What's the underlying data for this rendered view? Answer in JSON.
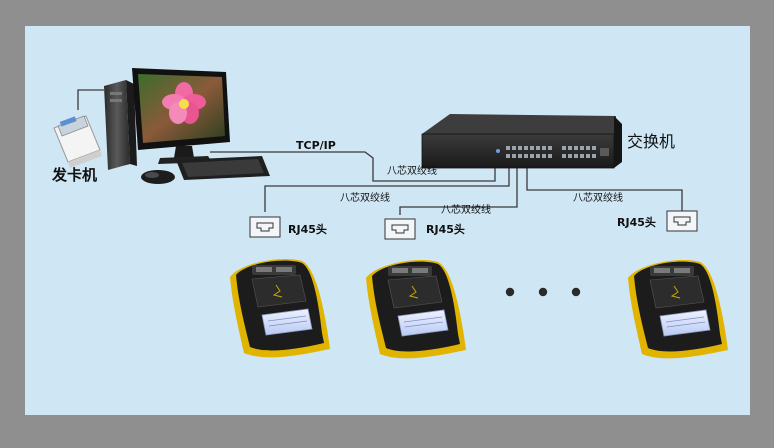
{
  "diagram": {
    "colors": {
      "frame": "#8f8f8f",
      "panel": "#cfe6f4",
      "line": "#3a3a3a",
      "terminal_body": "#1c1c1c",
      "terminal_trim": "#e0b400",
      "terminal_screen": "#d8e4ff",
      "switch_body": "#2a2a2a"
    },
    "nodes": {
      "card_issuer": {
        "label": "发卡机",
        "icon": "card-issuer-icon"
      },
      "computer": {
        "icon": "desktop-computer-icon"
      },
      "switch": {
        "label": "交换机",
        "icon": "network-switch-icon"
      },
      "terminals": [
        {
          "icon": "card-reader-terminal-icon"
        },
        {
          "icon": "card-reader-terminal-icon"
        },
        {
          "icon": "card-reader-terminal-icon"
        }
      ]
    },
    "edges": {
      "tcpip": "TCP/IP",
      "cable_main": "八芯双绞线",
      "cable_1": "八芯双绞线",
      "cable_2": "八芯双绞线",
      "cable_3": "八芯双绞线"
    },
    "connectors": {
      "rj45_1": "RJ45头",
      "rj45_2": "RJ45头",
      "rj45_3": "RJ45头"
    }
  }
}
